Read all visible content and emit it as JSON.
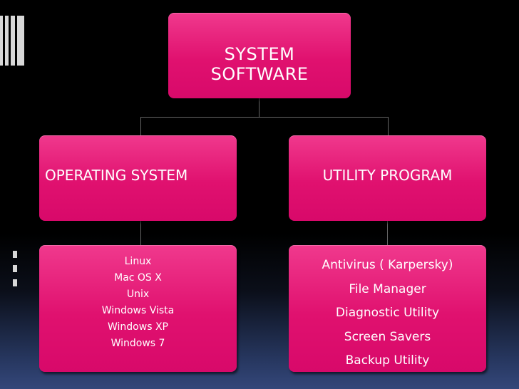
{
  "root": {
    "label_line1": "SYSTEM",
    "label_line2": "SOFTWARE"
  },
  "branches": [
    {
      "label": "OPERATING SYSTEM",
      "items": [
        "Linux",
        "Mac OS X",
        "Unix",
        "Windows Vista",
        "Windows XP",
        "Windows 7"
      ]
    },
    {
      "label": "UTILITY PROGRAM",
      "items": [
        "Antivirus ( Karpersky)",
        "File Manager",
        "Diagnostic Utility",
        "Screen Savers",
        "Backup Utility"
      ]
    }
  ],
  "colors": {
    "box": "#e0116f",
    "background": "#000000",
    "connector": "#666666"
  }
}
